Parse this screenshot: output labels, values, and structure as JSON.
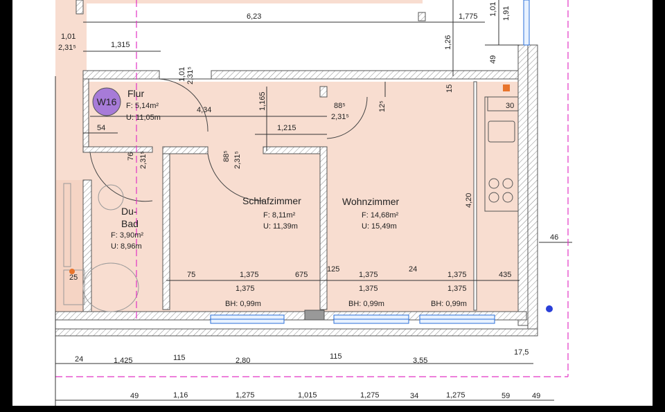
{
  "badge": {
    "label": "W16",
    "color": "#a77bd8"
  },
  "colors": {
    "floor": "#f8ddd0",
    "wall": "#ffffff",
    "hatch": "#888888",
    "cut": "#e233c4",
    "marker": "#2a3fd8",
    "accent": "#e8742c"
  },
  "rooms": {
    "flur": {
      "name": "Flur",
      "area": "F: 5,14m²",
      "perimeter": "U: 11,05m"
    },
    "bad": {
      "name1": "Du-",
      "name2": "Bad",
      "area": "F: 3,90m²",
      "perimeter": "U: 8,96m"
    },
    "schlafzimmer": {
      "name": "Schlafzimmer",
      "area": "F: 8,11m²",
      "perimeter": "U: 11,39m"
    },
    "wohnzimmer": {
      "name": "Wohnzimmer",
      "area": "F: 14,68m²",
      "perimeter": "U: 15,49m"
    }
  },
  "dims": {
    "top_623": "6,23",
    "top_1775": "1,775",
    "top_101": "1,01",
    "top_191": "1,91",
    "top_126": "1,26",
    "top_49": "49",
    "left_101": "1,01",
    "left_231": "2,31⁵",
    "left_1315": "1,315",
    "door_101": "1,01",
    "door_231": "2,31⁵",
    "flur_434": "4,34",
    "flur_1165": "1,165",
    "flur_1215": "1,215",
    "door2_885": "88⁵",
    "door2_231": "2,31⁵",
    "v_125": "12⁵",
    "v_15": "15",
    "v_30": "30",
    "h_54": "54",
    "door_76": "76",
    "door_231b": "2,31⁵",
    "door_885b": "88⁵",
    "door_231c": "2,31⁵",
    "h_420": "4,20",
    "h_46": "46",
    "bad_25": "25",
    "row_75": "75",
    "row_1375a": "1,375",
    "row_675": "675",
    "row_125": "125",
    "row_1375b": "1,375",
    "row_24": "24",
    "row_1375c": "1,375",
    "row_435": "435",
    "sill_a": "1,375",
    "sill_b": "1,375",
    "sill_c": "1,375",
    "bh_a": "BH: 0,99m",
    "bh_b": "BH: 0,99m",
    "bh_c": "BH: 0,99m",
    "bot1_24": "24",
    "bot1_1425": "1,425",
    "bot1_115a": "115",
    "bot1_280": "2,80",
    "bot1_115b": "115",
    "bot1_355": "3,55",
    "bot1_175": "17,5",
    "bot2_49a": "49",
    "bot2_116": "1,16",
    "bot2_1275a": "1,275",
    "bot2_1015": "1,015",
    "bot2_1275b": "1,275",
    "bot2_34": "34",
    "bot2_1275c": "1,275",
    "bot2_59": "59",
    "bot2_49b": "49"
  }
}
